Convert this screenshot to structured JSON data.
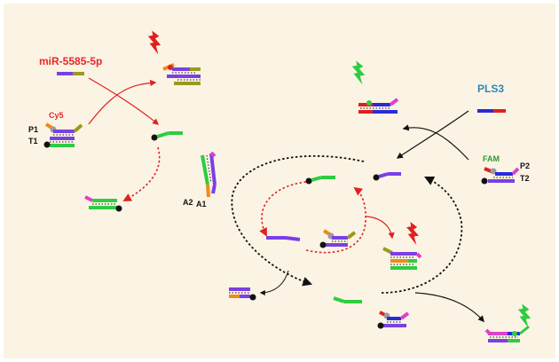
{
  "labels": {
    "mirna": "miR-5585-5p",
    "cy5": "Cy5",
    "p1": "P1",
    "t1": "T1",
    "a2": "A2",
    "a1": "A1",
    "pls3": "PLS3",
    "fam": "FAM",
    "p2": "P2",
    "t2": "T2"
  },
  "colors": {
    "background": "#fbf4e4",
    "purple": "#7b3fe4",
    "olive": "#9a9a1a",
    "green": "#2ecc40",
    "orange": "#f08a1c",
    "magenta": "#e040c8",
    "blue": "#2a2ad8",
    "red": "#e02020",
    "grey": "#9a9aa4",
    "black": "#111111"
  }
}
